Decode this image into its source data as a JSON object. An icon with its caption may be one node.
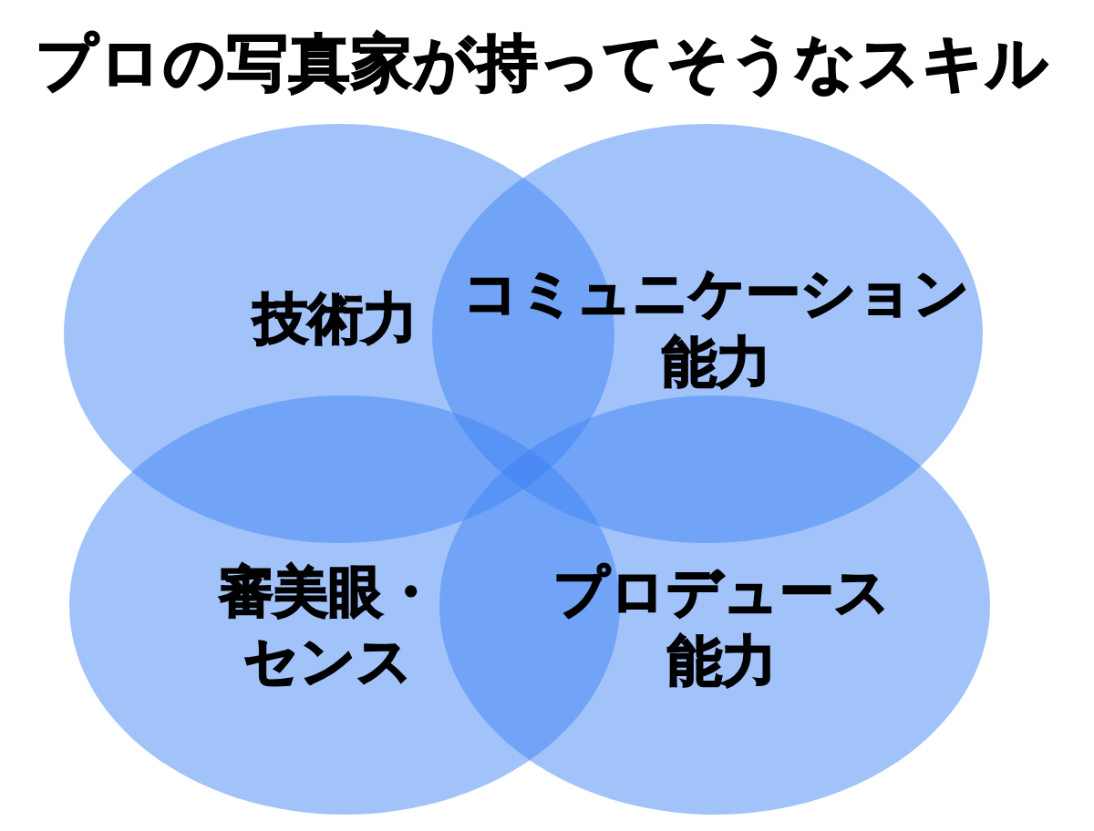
{
  "diagram": {
    "title": "プロの写真家が持ってそうなスキル",
    "nodes": [
      {
        "text": [
          "技術力"
        ]
      },
      {
        "text": [
          "コミュニケーション能力"
        ]
      },
      {
        "text": [
          "審美眼・センス"
        ]
      },
      {
        "text": [
          "プロデュース能力"
        ]
      }
    ]
  }
}
